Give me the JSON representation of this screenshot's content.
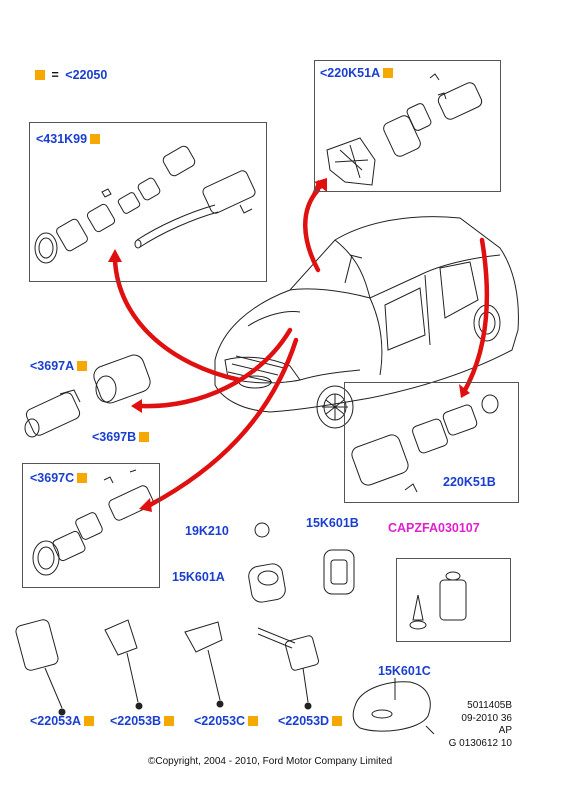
{
  "legend": {
    "text": "<22050",
    "equals": "="
  },
  "callouts": {
    "c431K99": "<431K99",
    "c220K51A": "<220K51A",
    "c3697A": "<3697A",
    "c3697B": "<3697B",
    "c3697C": "<3697C",
    "c220K51B": "220K51B",
    "c19K210": "19K210",
    "c15K601B": "15K601B",
    "c15K601A": "15K601A",
    "cCAPZFA": "CAPZFA030107",
    "c22053A": "<22053A",
    "c22053B": "<22053B",
    "c22053C": "<22053C",
    "c22053D": "<22053D",
    "c15K601C": "15K601C"
  },
  "meta": [
    "5011405B",
    "09-2010 36",
    "AP",
    "G 0130612 10"
  ],
  "copyright": "©Copyright, 2004 - 2010, Ford Motor Company Limited",
  "colors": {
    "arrow": "#e01010",
    "label_blue": "#1a3fd0",
    "label_magenta": "#e020d0",
    "marker_orange": "#f5a800"
  }
}
